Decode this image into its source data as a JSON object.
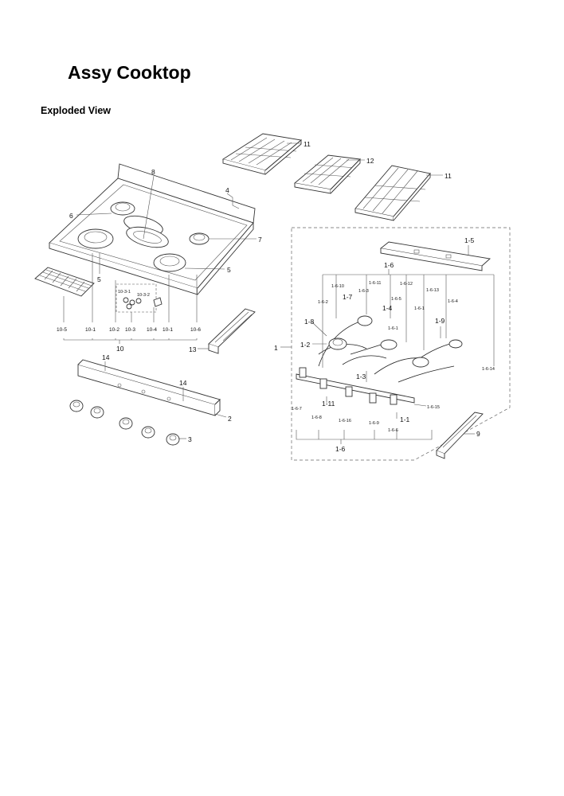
{
  "page": {
    "title": "Assy Cooktop",
    "subtitle": "Exploded View"
  },
  "callouts": [
    {
      "id": "c1",
      "text": "11"
    },
    {
      "id": "c2",
      "text": "12"
    },
    {
      "id": "c3",
      "text": "11"
    },
    {
      "id": "c4",
      "text": "8"
    },
    {
      "id": "c5",
      "text": "4"
    },
    {
      "id": "c6",
      "text": "6"
    },
    {
      "id": "c7",
      "text": "7"
    },
    {
      "id": "c8",
      "text": "5"
    },
    {
      "id": "c9",
      "text": "5"
    },
    {
      "id": "c10",
      "text": "10-3-1"
    },
    {
      "id": "c11",
      "text": "10-3-2"
    },
    {
      "id": "c12",
      "text": "10-5"
    },
    {
      "id": "c13",
      "text": "10-1"
    },
    {
      "id": "c14",
      "text": "10-2"
    },
    {
      "id": "c15",
      "text": "10-3"
    },
    {
      "id": "c16",
      "text": "10-4"
    },
    {
      "id": "c17",
      "text": "10-1"
    },
    {
      "id": "c18",
      "text": "10-6"
    },
    {
      "id": "c19",
      "text": "10"
    },
    {
      "id": "c20",
      "text": "13"
    },
    {
      "id": "c21",
      "text": "14"
    },
    {
      "id": "c22",
      "text": "14"
    },
    {
      "id": "c23",
      "text": "2"
    },
    {
      "id": "c24",
      "text": "3"
    },
    {
      "id": "c25",
      "text": "1-5"
    },
    {
      "id": "c26",
      "text": "1-6"
    },
    {
      "id": "c27",
      "text": "1-6-10"
    },
    {
      "id": "c28",
      "text": "1-6-11"
    },
    {
      "id": "c29",
      "text": "1-6-12"
    },
    {
      "id": "c30",
      "text": "1-6-2"
    },
    {
      "id": "c31",
      "text": "1-7"
    },
    {
      "id": "c32",
      "text": "1-6-3"
    },
    {
      "id": "c33",
      "text": "1-6-5"
    },
    {
      "id": "c34",
      "text": "1-6-13"
    },
    {
      "id": "c35",
      "text": "1-6-4"
    },
    {
      "id": "c36",
      "text": "1-4"
    },
    {
      "id": "c37",
      "text": "1-6-1"
    },
    {
      "id": "c38",
      "text": "1-6-1"
    },
    {
      "id": "c39",
      "text": "1-8"
    },
    {
      "id": "c40",
      "text": "1-9"
    },
    {
      "id": "c41",
      "text": "1"
    },
    {
      "id": "c42",
      "text": "1-2"
    },
    {
      "id": "c43",
      "text": "1-3"
    },
    {
      "id": "c44",
      "text": "1-6-14"
    },
    {
      "id": "c45",
      "text": "1-11"
    },
    {
      "id": "c46",
      "text": "1-6-15"
    },
    {
      "id": "c47",
      "text": "1-6-7"
    },
    {
      "id": "c48",
      "text": "1-6-8"
    },
    {
      "id": "c49",
      "text": "1-6-16"
    },
    {
      "id": "c50",
      "text": "1-6-9"
    },
    {
      "id": "c51",
      "text": "1-6-6"
    },
    {
      "id": "c52",
      "text": "1-1"
    },
    {
      "id": "c53",
      "text": "1-6"
    },
    {
      "id": "c54",
      "text": "9"
    }
  ]
}
